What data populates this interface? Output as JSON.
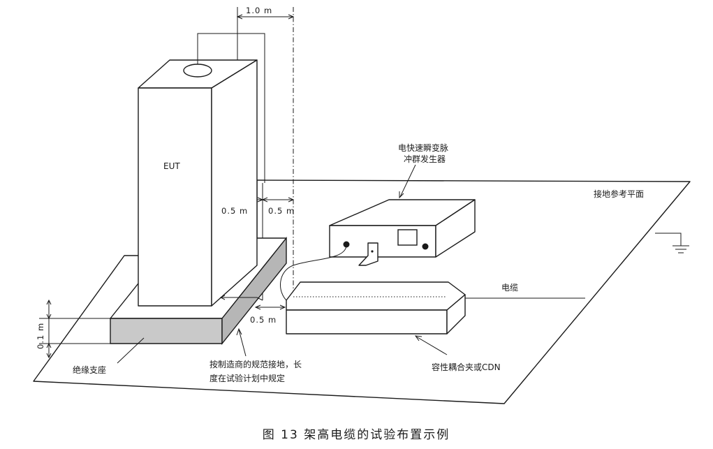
{
  "labels": {
    "dim_top": "1.0 m",
    "dim_left_half": "0.5 m",
    "dim_right_half": "0.5 m",
    "dim_lower": "0.5 m",
    "dim_height": "0.1 m",
    "eut": "EUT",
    "generator_line1": "电快速瞬变脉",
    "generator_line2": "冲群发生器",
    "ground_plane": "接地参考平面",
    "cable": "电缆",
    "coupling_clamp": "容性耦合夹或CDN",
    "support": "绝缘支座",
    "grounding_line1": "按制造商的规范接地，长",
    "grounding_line2": "度在试验计划中规定"
  },
  "caption": "图 13  架高电缆的试验布置示例"
}
